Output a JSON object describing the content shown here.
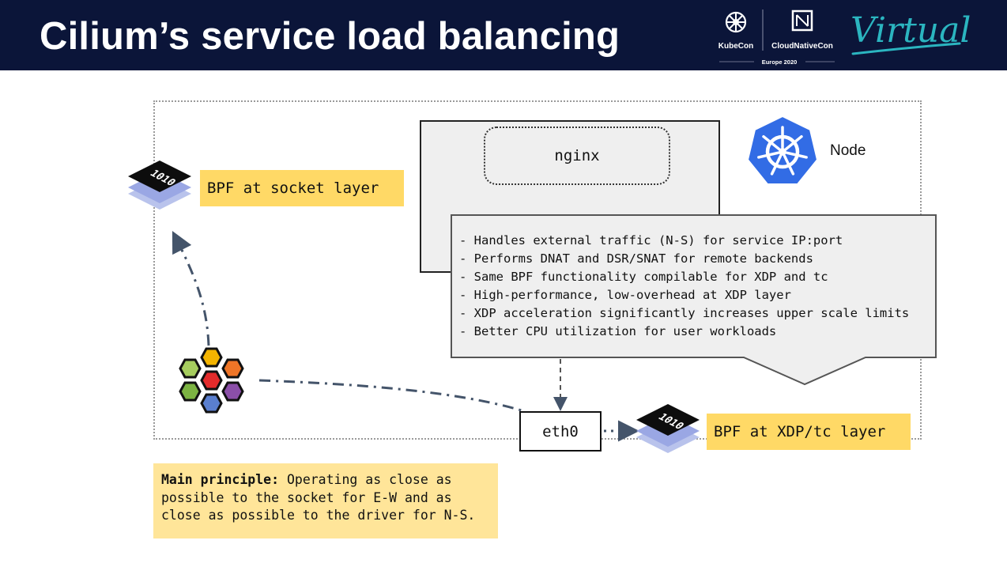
{
  "slide": {
    "title": "Cilium’s service load balancing"
  },
  "header_logos": {
    "kubecon": "KubeCon",
    "cloudnativecon": "CloudNativeCon",
    "event": "Europe 2020",
    "virtual": "Virtual"
  },
  "diagram": {
    "pod_label": "nginx",
    "node_label": "Node",
    "socket_label": "BPF at socket layer",
    "xdp_label": "BPF at XDP/tc layer",
    "interface_label": "eth0",
    "callout_items": [
      "- Handles external traffic (N-S) for service IP:port",
      "- Performs DNAT and DSR/SNAT for remote backends",
      "- Same BPF functionality compilable for XDP and tc",
      "- High-performance, low-overhead at XDP layer",
      "- XDP acceleration significantly increases upper scale limits",
      "- Better CPU utilization for user workloads"
    ],
    "bpf_glyph": "1010"
  },
  "principle": {
    "label": "Main principle:",
    "text": " Operating as close as possible to the socket for E-W and as close as possible to the driver for N-S."
  },
  "colors": {
    "header_bg": "#0b1539",
    "label_yellow": "#ffd966",
    "principle_yellow": "#ffe599",
    "kubernetes_blue": "#326ce5",
    "virtual_teal": "#2bb5c0",
    "arrow_slate": "#44546a",
    "cilium_hex": [
      "#f4b400",
      "#ee7527",
      "#8b4fa8",
      "#5a7fcf",
      "#7cb342",
      "#a6cd5e",
      "#e32b2b"
    ]
  }
}
